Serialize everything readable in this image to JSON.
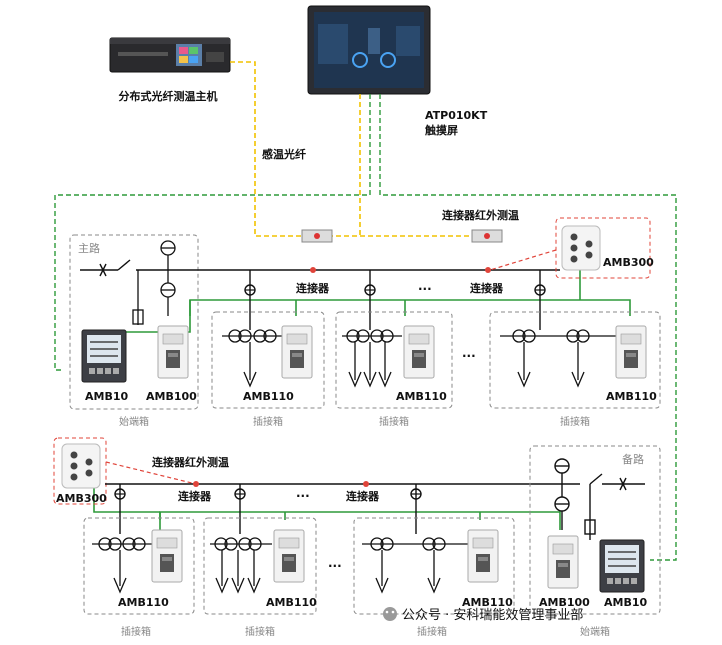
{
  "labels": {
    "host": "分布式光纤测温主机",
    "touch_model": "ATP010KT",
    "touch_name": "触摸屏",
    "fiber": "感温光纤",
    "ir_top": "连接器红外测温",
    "ir_left": "连接器红外测温",
    "main_circuit": "主路",
    "backup_circuit": "备路",
    "connector": "连接器",
    "ellipsis": "···",
    "amb300": "AMB300",
    "amb10": "AMB10",
    "amb100": "AMB100",
    "amb110": "AMB110",
    "start_box": "始端箱",
    "plug_box": "插接箱",
    "footer": "公众号 · 安科瑞能效管理事业部"
  },
  "colors": {
    "bus": "#111111",
    "comm_green": "#2e9a3a",
    "fiber_yellow": "#f2c200",
    "box_dash": "#8a8a8a",
    "ir_red": "#e0443a"
  }
}
